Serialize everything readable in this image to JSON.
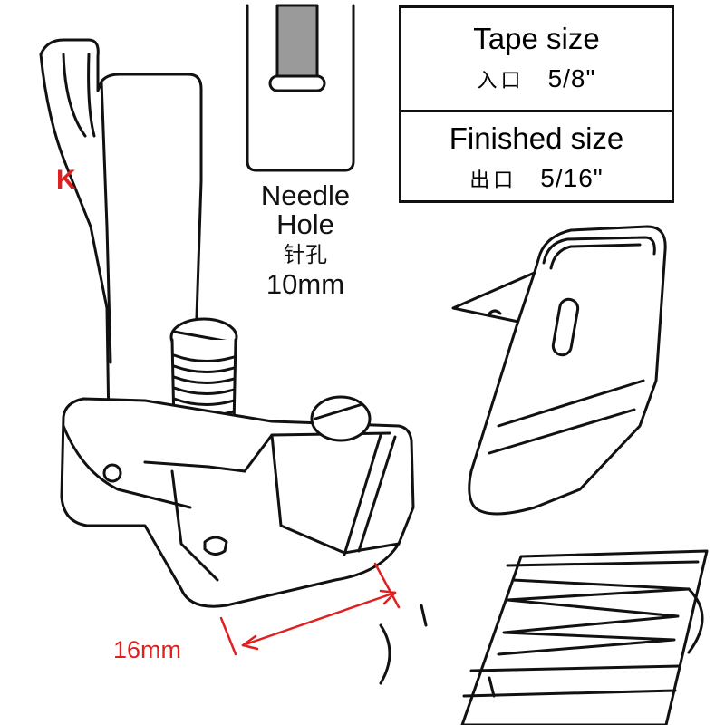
{
  "spec_box": {
    "tape_size_label": "Tape size",
    "tape_size_cjk": "入口",
    "tape_size_value": "5/8\"",
    "finished_size_label": "Finished size",
    "finished_size_cjk": "出口",
    "finished_size_value": "5/16\""
  },
  "needle_hole": {
    "line1": "Needle",
    "line2": "Hole",
    "cjk": "针孔",
    "size": "10mm"
  },
  "dimension": {
    "width": "16mm"
  },
  "colors": {
    "outline": "#111111",
    "accent_red": "#e02020",
    "slot_gray": "#9a9a9a"
  }
}
